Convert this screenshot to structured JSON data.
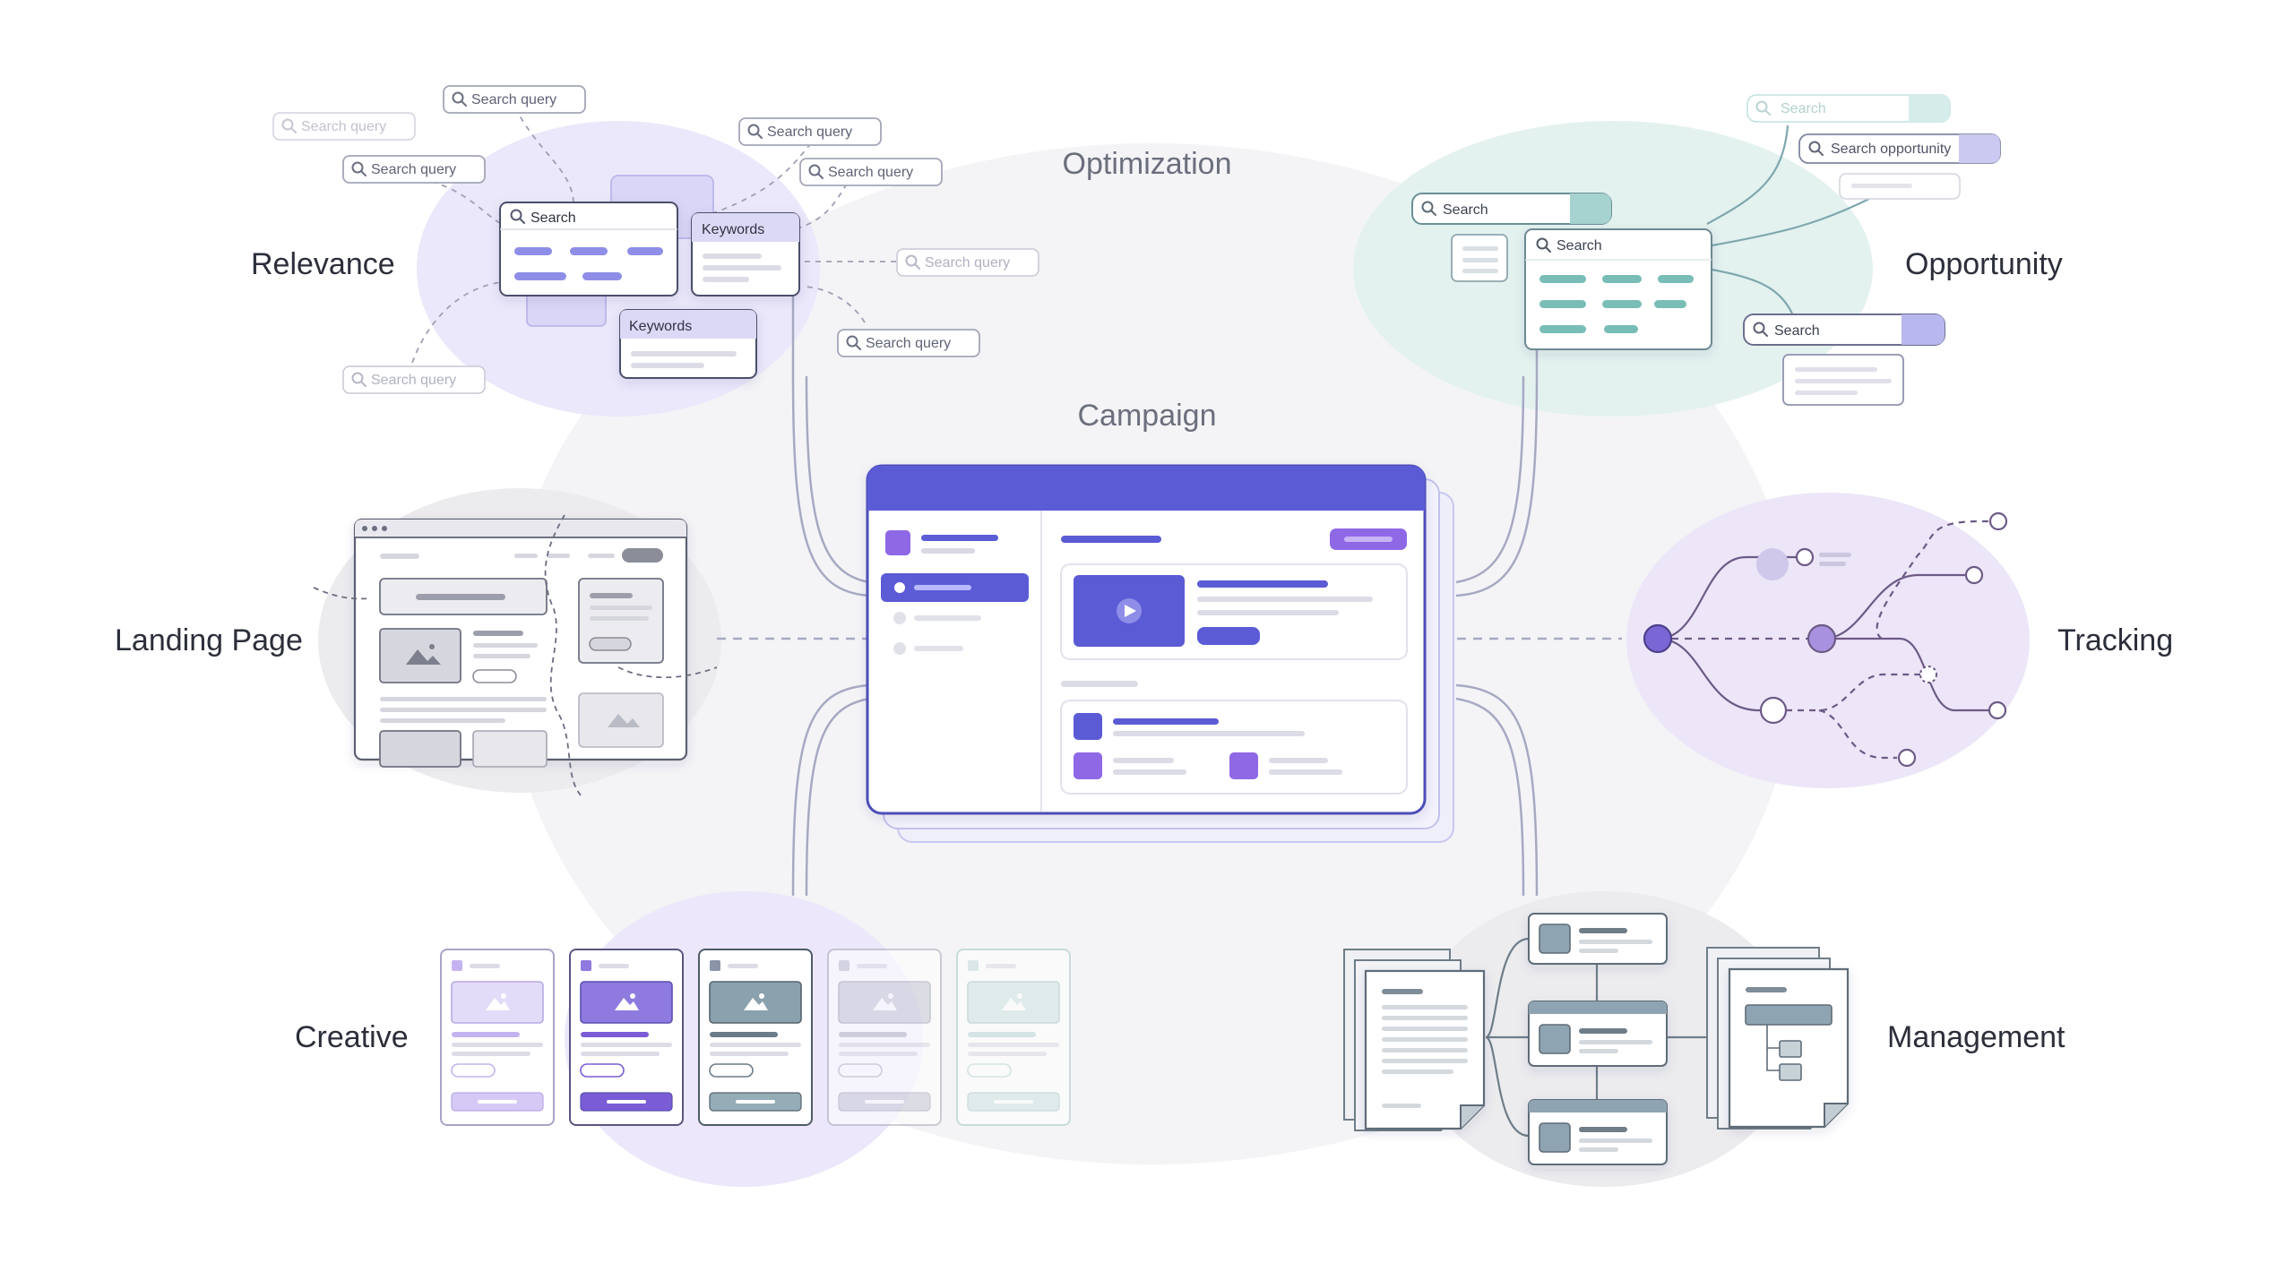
{
  "center_title": "Campaign",
  "top_title": "Optimization",
  "sections": {
    "relevance": "Relevance",
    "opportunity": "Opportunity",
    "landing_page": "Landing Page",
    "tracking": "Tracking",
    "creative": "Creative",
    "management": "Management"
  },
  "relevance": {
    "search_card_label": "Search",
    "keywords_label": "Keywords",
    "keywords_label_2": "Keywords",
    "queries": [
      "Search query",
      "Search query",
      "Search query",
      "Search query",
      "Search query",
      "Search query",
      "Search query",
      "Search query"
    ]
  },
  "opportunity": {
    "search_top": "Search",
    "search_opportunity": "Search opportunity",
    "search_left": "Search",
    "search_card_label": "Search",
    "search_right": "Search"
  },
  "colors": {
    "accent": "#5b5bd6",
    "accent_light": "#8f68e6",
    "purple_blob": "#e9e6fb",
    "teal_blob": "#e2f2ef",
    "gray_blob": "#ececef",
    "teal": "#5fa9a6",
    "slate": "#7f97a6"
  },
  "icons": [
    "search-icon",
    "play-icon",
    "image-icon"
  ]
}
